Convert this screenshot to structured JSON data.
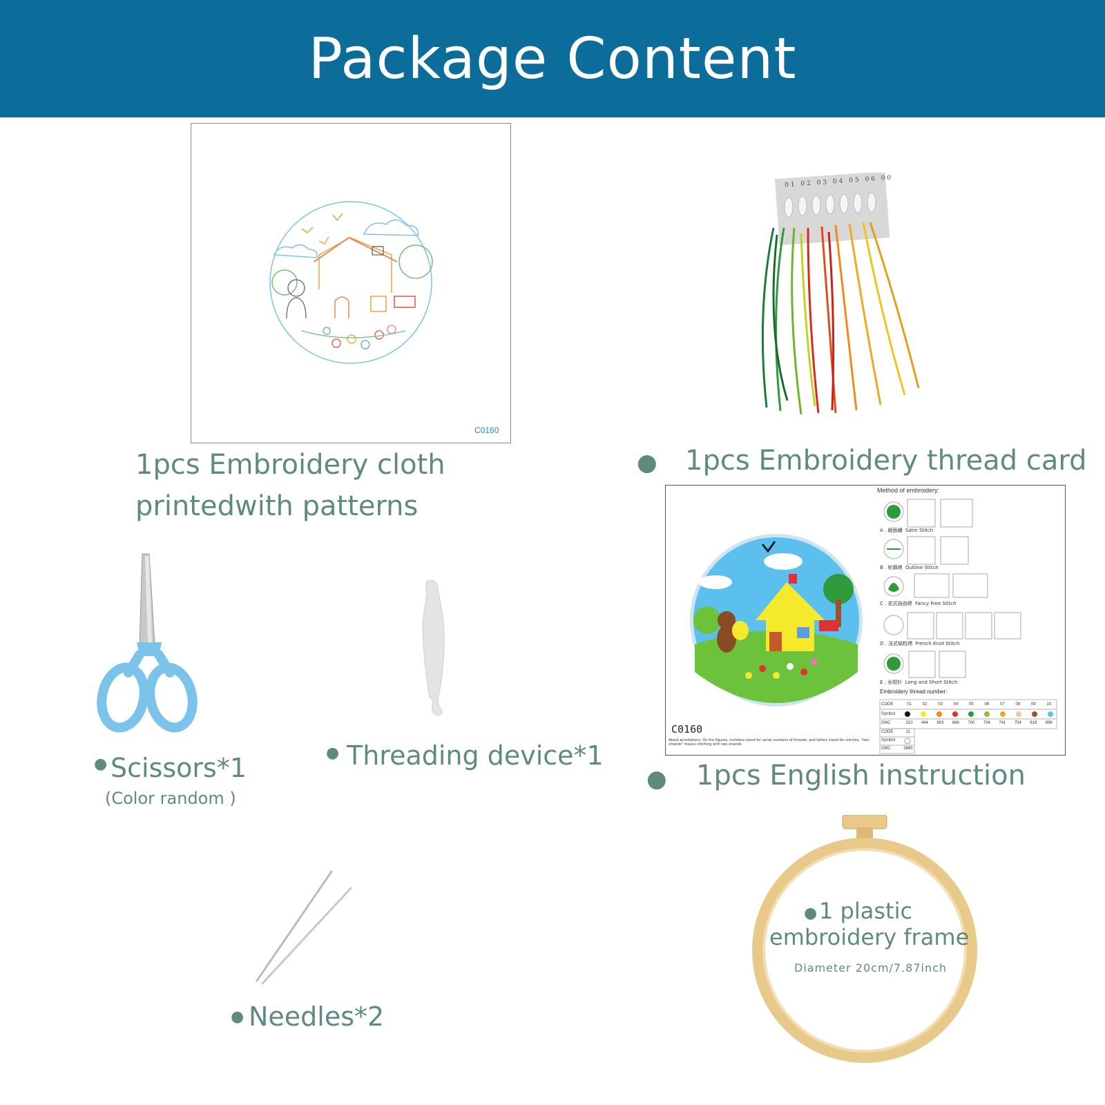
{
  "header": {
    "title": "Package Content"
  },
  "cloth": {
    "code": "C0160",
    "label_line1": "1pcs Embroidery cloth",
    "label_line2": "printedwith patterns"
  },
  "thread": {
    "numbers": [
      "01",
      "02",
      "03",
      "04",
      "05",
      "06",
      "00"
    ],
    "label": "1pcs Embroidery thread card"
  },
  "instruction": {
    "code": "C0160",
    "label": "1pcs English instruction",
    "method_title": "Method of embroidery:",
    "methods": [
      {
        "letter": "A . 緞面繡",
        "name": "Satin Stitch"
      },
      {
        "letter": "B . 轮廓绣",
        "name": "Outline Stitch"
      },
      {
        "letter": "C . 花式自由绣",
        "name": "Fancy Free Stitch"
      },
      {
        "letter": "D . 法式结粒绣",
        "name": "French Knot Stitch"
      },
      {
        "letter": "E . 长短针",
        "name": "Long and Short Stitch"
      }
    ],
    "thread_number_title": "Embroidery thread number:",
    "table_codes": [
      "01",
      "02",
      "03",
      "04",
      "05",
      "06",
      "07",
      "08",
      "09",
      "10"
    ],
    "table_dmc": [
      "310",
      "444",
      "603",
      "666",
      "700",
      "704",
      "741",
      "754",
      "918",
      "996"
    ],
    "table_row_labels": [
      "CODE",
      "Symbol",
      "DMC",
      "CODE",
      "Symbol",
      "DMC"
    ],
    "table_extra_code": "11",
    "table_extra_dmc": "3865",
    "note": "About annotations: On the figures, numbers stand for serial numbers of threads, and letters stand for stitches, \"two strands\" means stitching with two strands"
  },
  "scissors": {
    "label": "Scissors*1",
    "sub": "(Color random )"
  },
  "threader": {
    "label": "Threading device*1"
  },
  "needles": {
    "label": "Needles*2"
  },
  "frame": {
    "line1": "1 plastic",
    "line2": "embroidery frame",
    "sub": "Diameter 20cm/7.87inch"
  },
  "colors": {
    "banner": "#0c6d9b",
    "label_text": "#5f8a80",
    "scissors": "#7cc3ec",
    "hoop": "#e8c98a"
  }
}
